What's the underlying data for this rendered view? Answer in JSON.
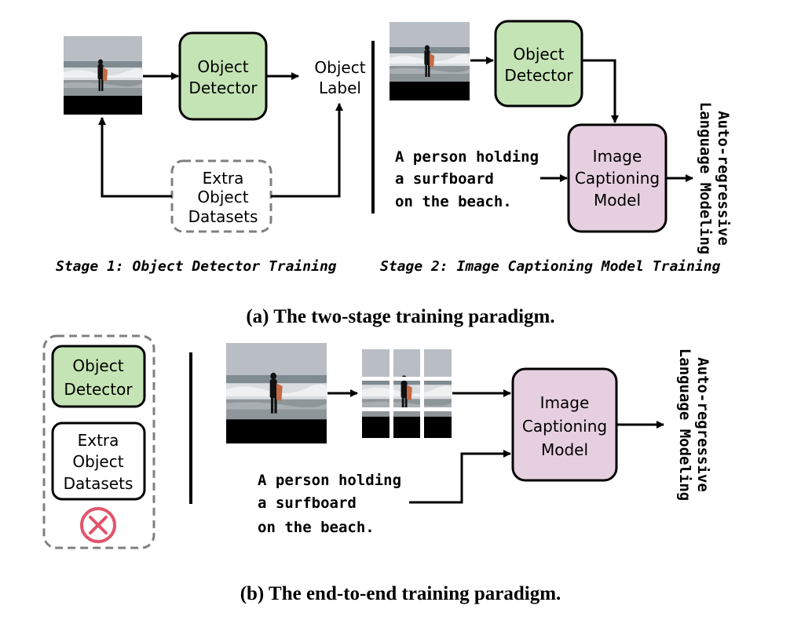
{
  "panel_a": {
    "stage1": {
      "detector_line1": "Object",
      "detector_line2": "Detector",
      "label_line1": "Object",
      "label_line2": "Label",
      "extra_line1": "Extra",
      "extra_line2": "Object",
      "extra_line3": "Datasets",
      "title": "Stage 1: Object Detector Training"
    },
    "stage2": {
      "detector_line1": "Object",
      "detector_line2": "Detector",
      "caption_line1": "A person holding",
      "caption_line2": "a surfboard",
      "caption_line3": "on the beach.",
      "model_line1": "Image",
      "model_line2": "Captioning",
      "model_line3": "Model",
      "output_line1": "Auto-regressive",
      "output_line2": "Language Modeling",
      "title": "Stage 2: Image Captioning Model Training"
    },
    "caption": "(a) The two-stage training paradigm."
  },
  "panel_b": {
    "removed": {
      "detector_line1": "Object",
      "detector_line2": "Detector",
      "extra_line1": "Extra",
      "extra_line2": "Object",
      "extra_line3": "Datasets"
    },
    "caption_line1": "A person holding",
    "caption_line2": "a surfboard",
    "caption_line3": "on the beach.",
    "model_line1": "Image",
    "model_line2": "Captioning",
    "model_line3": "Model",
    "output_line1": "Auto-regressive",
    "output_line2": "Language Modeling",
    "caption": "(b) The end-to-end training paradigm."
  },
  "colors": {
    "detector_fill": "#c5e4b5",
    "model_fill": "#e6d0e0",
    "remove_icon": "#e0546b",
    "dashed_border": "#808080"
  }
}
